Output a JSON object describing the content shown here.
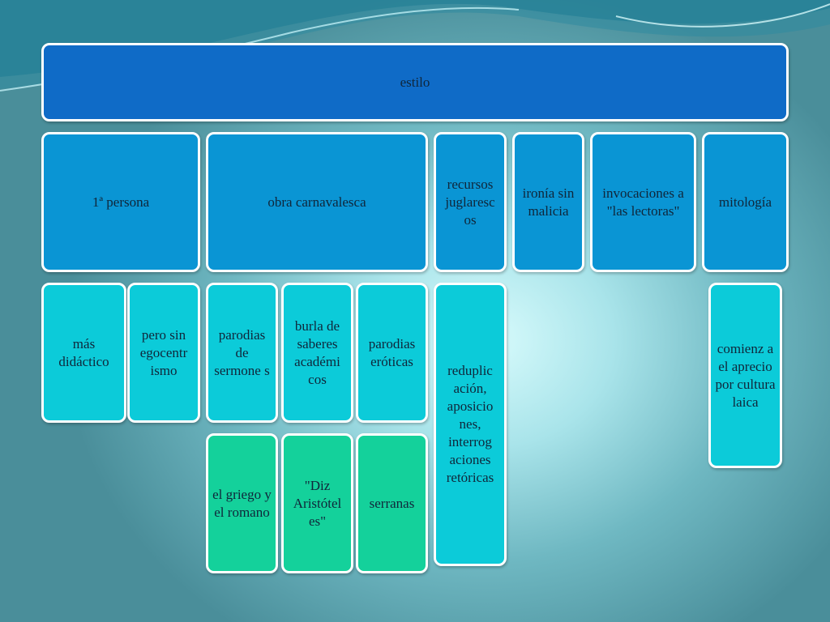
{
  "root": {
    "label": "estilo"
  },
  "categories": [
    {
      "label": "1ª persona"
    },
    {
      "label": "obra carnavalesca"
    },
    {
      "label": "recursos juglaresc os"
    },
    {
      "label": "ironía sin malicia"
    },
    {
      "label": "invocaciones a \"las lectoras\""
    },
    {
      "label": "mitología"
    }
  ],
  "details": {
    "persona_1": "más didáctico",
    "persona_2": "pero sin egocentr ismo",
    "carnaval_1": "parodias de sermone s",
    "carnaval_2": "burla de saberes académi cos",
    "carnaval_3": "parodias eróticas",
    "carnaval_4": "el griego y el romano",
    "carnaval_5": "\"Diz Aristótel es\"",
    "carnaval_6": "serranas",
    "juglar_1": "reduplic ación, aposicio nes, interrog aciones retóricas",
    "mito_1": "comienz a el aprecio por cultura laica"
  },
  "colors": {
    "level0": "#0f6bc7",
    "level1": "#0a95d4",
    "level2": "#0ccbd9",
    "level3": "#14d19b",
    "border": "#ffffff"
  }
}
